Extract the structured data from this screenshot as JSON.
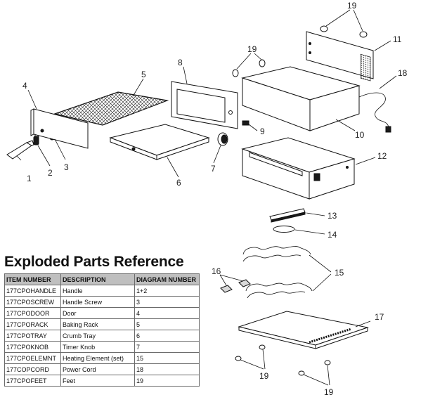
{
  "reference": {
    "title": "Exploded Parts Reference",
    "columns": [
      "ITEM NUMBER",
      "DESCRIPTION",
      "DIAGRAM NUMBER"
    ],
    "rows": [
      [
        "177CPOHANDLE",
        "Handle",
        "1+2"
      ],
      [
        "177CPOSCREW",
        "Handle Screw",
        "3"
      ],
      [
        "177CPODOOR",
        "Door",
        "4"
      ],
      [
        "177CPORACK",
        "Baking Rack",
        "5"
      ],
      [
        "177CPOTRAY",
        "Crumb Tray",
        "6"
      ],
      [
        "177CPOKNOB",
        "Timer Knob",
        "7"
      ],
      [
        "177CPOELEMNT",
        "Heating Element (set)",
        "15"
      ],
      [
        "177COPCORD",
        "Power Cord",
        "18"
      ],
      [
        "177CPOFEET",
        "Feet",
        "19"
      ]
    ]
  },
  "callouts": {
    "c1": "1",
    "c2": "2",
    "c3": "3",
    "c4": "4",
    "c5": "5",
    "c6": "6",
    "c7": "7",
    "c8": "8",
    "c9": "9",
    "c10": "10",
    "c11": "11",
    "c12": "12",
    "c13": "13",
    "c14": "14",
    "c15": "15",
    "c16": "16",
    "c17": "17",
    "c18": "18",
    "c19a": "19",
    "c19b": "19",
    "c19c": "19",
    "c19d": "19"
  }
}
